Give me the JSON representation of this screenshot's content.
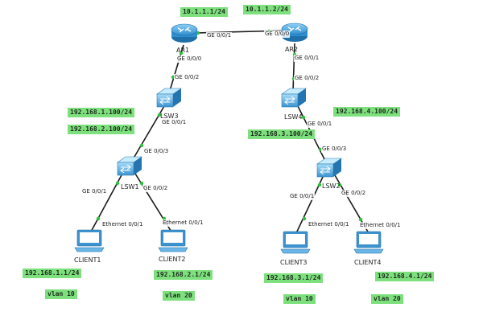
{
  "colors": {
    "tag_bg": "#7de07d",
    "device_blue": "#2f8fce",
    "link": "#1a1a1a"
  },
  "devices": {
    "ar1": {
      "label": "AR1",
      "icon": "router-icon"
    },
    "ar2": {
      "label": "AR2",
      "icon": "router-icon"
    },
    "lsw3": {
      "label": "LSW3",
      "icon": "switch-icon"
    },
    "lsw4": {
      "label": "LSW4",
      "icon": "switch-icon"
    },
    "lsw1": {
      "label": "LSW1",
      "icon": "switch-icon"
    },
    "lsw2": {
      "label": "LSW2",
      "icon": "switch-icon"
    },
    "client1": {
      "label": "CLIENT1",
      "icon": "pc-icon"
    },
    "client2": {
      "label": "CLIENT2",
      "icon": "pc-icon"
    },
    "client3": {
      "label": "CLIENT3",
      "icon": "pc-icon"
    },
    "client4": {
      "label": "CLIENT4",
      "icon": "pc-icon"
    }
  },
  "ports": {
    "ar1_ar2": "GE 0/0/1",
    "ar2_ar1": "GE 0/0/0",
    "ar1_down": "GE 0/0/0",
    "lsw3_up": "GE 0/0/2",
    "ar2_down": "GE 0/0/1",
    "lsw4_up": "GE 0/0/2",
    "lsw3_down": "GE 0/0/1",
    "lsw1_up": "GE 0/0/3",
    "lsw4_down": "GE 0/0/1",
    "lsw2_up": "GE 0/0/3",
    "lsw1_left": "GE 0/0/1",
    "lsw1_right": "GE 0/0/2",
    "lsw2_left": "GE 0/0/1",
    "lsw2_right": "GE 0/0/2",
    "client1_eth": "Ethernet 0/0/1",
    "client2_eth": "Ethernet 0/0/1",
    "client3_eth": "Ethernet 0/0/1",
    "client4_eth": "Ethernet 0/0/1"
  },
  "tags": {
    "ar1_ip": "10.1.1.1/24",
    "ar2_ip": "10.1.1.2/24",
    "lsw3_vlanif1": "192.168.1.100/24",
    "lsw3_vlanif2": "192.168.2.100/24",
    "lsw4_vlanif4": "192.168.4.100/24",
    "lsw4_vlanif3": "192.168.3.100/24",
    "client1_ip": "192.168.1.1/24",
    "client2_ip": "192.168.2.1/24",
    "client3_ip": "192.168.3.1/24",
    "client4_ip": "192.168.4.1/24",
    "client1_vlan": "vlan 10",
    "client2_vlan": "vlan 20",
    "client3_vlan": "vlan 10",
    "client4_vlan": "vlan 20"
  }
}
